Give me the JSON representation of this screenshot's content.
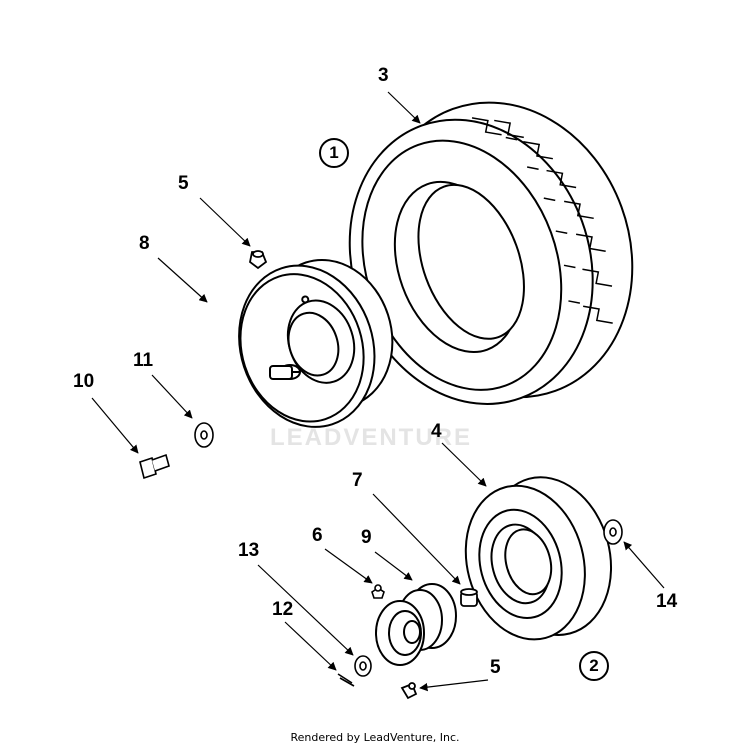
{
  "callouts": {
    "c3": "3",
    "c1": "1",
    "c5a": "5",
    "c8": "8",
    "c11": "11",
    "c10": "10",
    "c4": "4",
    "c7": "7",
    "c6": "6",
    "c9": "9",
    "c13": "13",
    "c12": "12",
    "c14": "14",
    "c5b": "5",
    "c2": "2"
  },
  "watermark": "LEADVENTURE",
  "footer": "Rendered by LeadVenture, Inc."
}
